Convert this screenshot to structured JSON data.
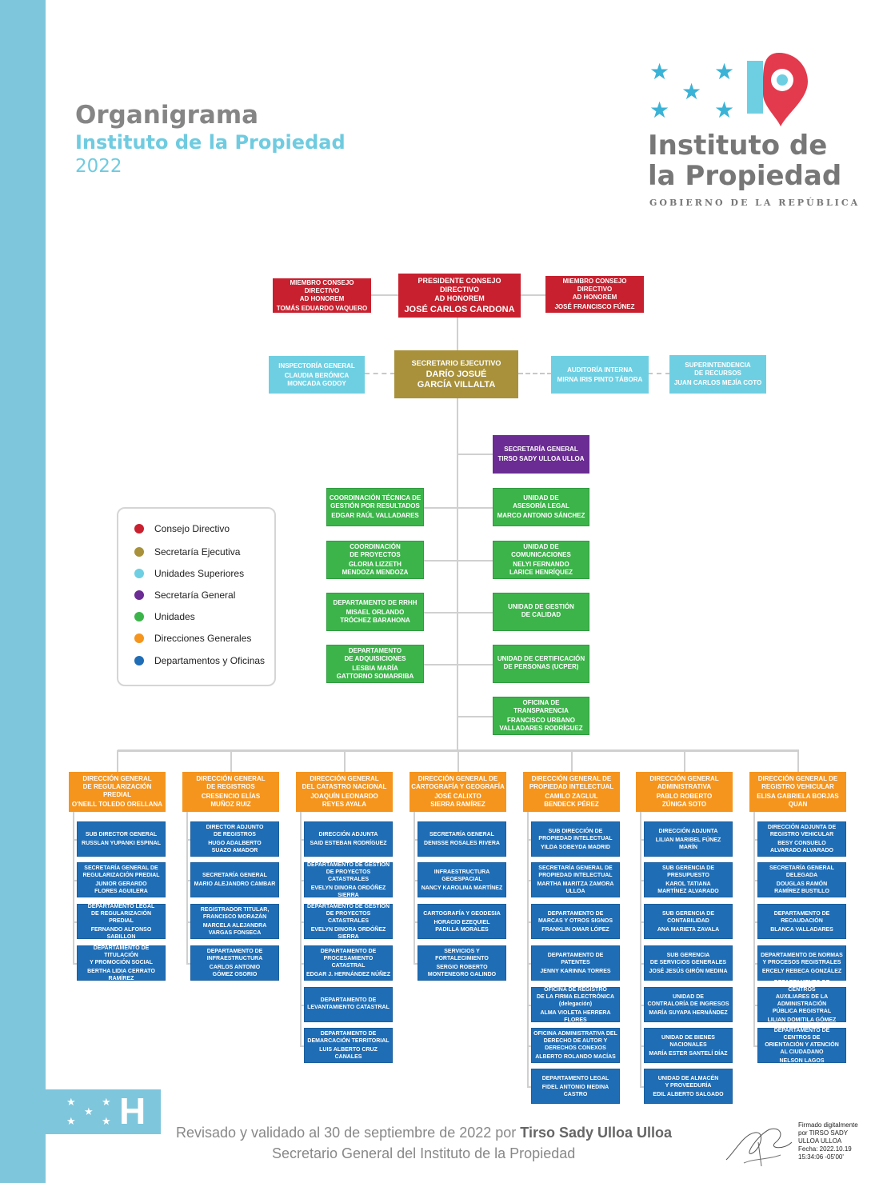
{
  "header": {
    "title": "Organigrama",
    "subtitle": "Instituto de la Propiedad",
    "year": "2022"
  },
  "logo": {
    "line1": "Instituto de",
    "line2": "la Propiedad",
    "sub": "GOBIERNO DE LA REPÚBLICA",
    "letter": "P"
  },
  "colors": {
    "consejo": "#c8202e",
    "secretaria_ejecutiva": "#a8913a",
    "unidades_superiores": "#6fcfe2",
    "secretaria_general": "#6b2c93",
    "unidades": "#3cb44a",
    "direcciones": "#f5951d",
    "departamentos": "#1f6db5"
  },
  "legend": [
    {
      "label": "Consejo Directivo"
    },
    {
      "label": "Secretaría Ejecutiva"
    },
    {
      "label": "Unidades Superiores"
    },
    {
      "label": "Secretaría General"
    },
    {
      "label": "Unidades"
    },
    {
      "label": "Direcciones Generales"
    },
    {
      "label": "Departamentos y Oficinas"
    }
  ],
  "council": {
    "left": {
      "t": "MIEMBRO CONSEJO DIRECTIVO\nAD HONOREM",
      "n": "TOMÁS EDUARDO VAQUERO"
    },
    "president": {
      "t": "PRESIDENTE CONSEJO DIRECTIVO\nAD HONOREM",
      "n": "JOSÉ CARLOS CARDONA"
    },
    "right": {
      "t": "MIEMBRO CONSEJO DIRECTIVO\nAD HONOREM",
      "n": "JOSÉ FRANCISCO FÚNEZ"
    }
  },
  "exec": {
    "secretary": {
      "t": "SECRETARIO EJECUTIVO",
      "n": "DARÍO JOSUÉ\nGARCÍA VILLALTA"
    },
    "inspectoria": {
      "t": "INSPECTORÍA GENERAL",
      "n": "CLAUDIA BERÓNICA\nMONCADA GODOY"
    },
    "auditoria": {
      "t": "AUDITORÍA INTERNA",
      "n": "MIRNA IRIS PINTO TÁBORA"
    },
    "superintendencia": {
      "t": "SUPERINTENDENCIA\nDE RECURSOS",
      "n": "JUAN CARLOS MEJÍA COTO"
    }
  },
  "secretaria_general": {
    "t": "SECRETARÍA GENERAL",
    "n": "TIRSO SADY ULLOA ULLOA"
  },
  "units_left": [
    {
      "t": "COORDINACIÓN TÉCNICA DE\nGESTIÓN POR RESULTADOS",
      "n": "EDGAR RAÚL VALLADARES"
    },
    {
      "t": "COORDINACIÓN\nDE PROYECTOS",
      "n": "GLORIA LIZZETH\nMENDOZA MENDOZA"
    },
    {
      "t": "DEPARTAMENTO DE RRHH",
      "n": "MISAEL ORLANDO\nTRÓCHEZ BARAHONA"
    },
    {
      "t": "DEPARTAMENTO\nDE ADQUISICIONES",
      "n": "LESBIA MARÍA\nGATTORNO SOMARRIBA"
    }
  ],
  "units_right": [
    {
      "t": "UNIDAD DE\nASESORÍA LEGAL",
      "n": "MARCO ANTONIO SÁNCHEZ"
    },
    {
      "t": "UNIDAD DE\nCOMUNICACIONES",
      "n": "NELYI FERNANDO\nLARICE HENRÍQUEZ"
    },
    {
      "t": "UNIDAD DE GESTIÓN\nDE CALIDAD",
      "n": ""
    },
    {
      "t": "UNIDAD DE CERTIFICACIÓN\nDE PERSONAS (UCPER)",
      "n": ""
    },
    {
      "t": "OFICINA DE\nTRANSPARENCIA",
      "n": "FRANCISCO URBANO\nVALLADARES RODRÍGUEZ"
    }
  ],
  "directions": [
    {
      "t": "DIRECCIÓN GENERAL\nDE REGULARIZACIÓN PREDIAL",
      "n": "O'NEILL TOLEDO ORELLANA",
      "depts": [
        {
          "t": "SUB DIRECTOR GENERAL",
          "n": "RUSSLAN YUPANKI ESPINAL"
        },
        {
          "t": "SECRETARÍA GENERAL DE\nREGULARIZACIÓN PREDIAL",
          "n": "JUNIOR GERARDO\nFLORES AGUILERA"
        },
        {
          "t": "DEPARTAMENTO LEGAL\nDE REGULARIZACIÓN PREDIAL",
          "n": "FERNANDO ALFONSO SABILLON"
        },
        {
          "t": "DEPARTAMENTO DE TITULACIÓN\nY PROMOCIÓN SOCIAL",
          "n": "BERTHA LIDIA CERRATO RAMÍREZ"
        }
      ]
    },
    {
      "t": "DIRECCIÓN GENERAL\nDE REGISTROS",
      "n": "CRESENCIO ELÍAS\nMUÑOZ RUIZ",
      "depts": [
        {
          "t": "DIRECTOR ADJUNTO\nDE REGISTROS",
          "n": "HUGO ADALBERTO\nSUAZO AMADOR"
        },
        {
          "t": "SECRETARÍA GENERAL",
          "n": "MARIO ALEJANDRO CAMBAR"
        },
        {
          "t": "REGISTRADOR TITULAR,\nFRANCISCO MORAZÁN",
          "n": "MARCELA ALEJANDRA\nVARGAS FONSECA"
        },
        {
          "t": "DEPARTAMENTO DE\nINFRAESTRUCTURA",
          "n": "CARLOS ANTONIO\nGÓMEZ OSORIO"
        }
      ]
    },
    {
      "t": "DIRECCIÓN GENERAL\nDEL CATASTRO NACIONAL",
      "n": "JOAQUÍN LEONARDO\nREYES AYALA",
      "depts": [
        {
          "t": "DIRECCIÓN ADJUNTA",
          "n": "SAID ESTEBAN RODRÍGUEZ"
        },
        {
          "t": "DEPARTAMENTO DE GESTIÓN\nDE PROYECTOS CATASTRALES",
          "n": "EVELYN DINORA ORDÓÑEZ SIERRA"
        },
        {
          "t": "DEPARTAMENTO DE GESTIÓN\nDE PROYECTOS CATASTRALES",
          "n": "EVELYN DINORA ORDÓÑEZ SIERRA"
        },
        {
          "t": "DEPARTAMENTO DE\nPROCESAMIENTO CATASTRAL",
          "n": "EDGAR J. HERNÁNDEZ NÚÑEZ"
        },
        {
          "t": "DEPARTAMENTO DE\nLEVANTAMIENTO CATASTRAL",
          "n": ""
        },
        {
          "t": "DEPARTAMENTO DE\nDEMARCACIÓN TERRITORIAL",
          "n": "LUIS ALBERTO CRUZ CANALES"
        }
      ]
    },
    {
      "t": "DIRECCIÓN GENERAL DE\nCARTOGRAFÍA Y GEOGRAFÍA",
      "n": "JOSÉ CALIXTO\nSIERRA RAMÍREZ",
      "depts": [
        {
          "t": "SECRETARÍA GENERAL",
          "n": "DENISSE ROSALES RIVERA"
        },
        {
          "t": "INFRAESTRUCTURA\nGEOESPACIAL",
          "n": "NANCY KAROLINA MARTÍNEZ"
        },
        {
          "t": "CARTOGRAFÍA Y GEODESIA",
          "n": "HORACIO EZEQUIEL\nPADILLA MORALES"
        },
        {
          "t": "SERVICIOS Y FORTALECIMIENTO",
          "n": "SERGIO ROBERTO\nMONTENEGRO GALINDO"
        }
      ]
    },
    {
      "t": "DIRECCIÓN GENERAL DE\nPROPIEDAD INTELECTUAL",
      "n": "CAMILO ZAGLUL\nBENDECK PÉREZ",
      "depts": [
        {
          "t": "SUB DIRECCIÓN DE\nPROPIEDAD INTELECTUAL",
          "n": "YILDA SOBEYDA MADRID"
        },
        {
          "t": "SECRETARÍA GENERAL DE\nPROPIEDAD INTELECTUAL",
          "n": "MARTHA MARITZA ZAMORA ULLOA"
        },
        {
          "t": "DEPARTAMENTO DE\nMARCAS Y OTROS SIGNOS",
          "n": "FRANKLIN OMAR LÓPEZ"
        },
        {
          "t": "DEPARTAMENTO DE PATENTES",
          "n": "JENNY KARINNA TORRES"
        },
        {
          "t": "OFICINA DE REGISTRO\nDE LA FIRMA ELECTRÓNICA\n(delegación)",
          "n": "ALMA VIOLETA HERRERA FLORES"
        },
        {
          "t": "OFICINA ADMINISTRATIVA DEL\nDERECHO DE AUTOR Y\nDERECHOS CONEXOS",
          "n": "ALBERTO ROLANDO MACÍAS"
        },
        {
          "t": "DEPARTAMENTO LEGAL",
          "n": "FIDEL ANTONIO MEDINA CASTRO"
        }
      ]
    },
    {
      "t": "DIRECCIÓN GENERAL\nADMINISTRATIVA",
      "n": "PABLO ROBERTO\nZÚNIGA SOTO",
      "depts": [
        {
          "t": "DIRECCIÓN ADJUNTA",
          "n": "LILIAN MARIBEL FÚNEZ MARÍN"
        },
        {
          "t": "SUB GERENCIA DE PRESUPUESTO",
          "n": "KAROL TATIANA\nMARTÍNEZ ALVARADO"
        },
        {
          "t": "SUB GERENCIA DE CONTABILIDAD",
          "n": "ANA MARIETA ZAVALA"
        },
        {
          "t": "SUB GERENCIA\nDE SERVICIOS GENERALES",
          "n": "JOSÉ JESÚS GIRÓN MEDINA"
        },
        {
          "t": "UNIDAD DE\nCONTRALORÍA DE INGRESOS",
          "n": "MARÍA SUYAPA HERNÁNDEZ"
        },
        {
          "t": "UNIDAD DE BIENES NACIONALES",
          "n": "MARÍA ESTER SANTELÍ DÍAZ"
        },
        {
          "t": "UNIDAD DE ALMACÉN\nY PROVEEDURÍA",
          "n": "EDIL ALBERTO SALGADO"
        }
      ]
    },
    {
      "t": "DIRECCIÓN GENERAL DE\nREGISTRO VEHICULAR",
      "n": "ELISA GABRIELA BORJAS QUAN",
      "depts": [
        {
          "t": "DIRECCIÓN ADJUNTA DE\nREGISTRO VEHICULAR",
          "n": "BESY CONSUELO\nALVARADO ALVARADO"
        },
        {
          "t": "SECRETARÍA GENERAL\nDELEGADA",
          "n": "DOUGLAS RAMÓN\nRAMÍREZ BUSTILLO"
        },
        {
          "t": "DEPARTAMENTO DE\nRECAUDACIÓN",
          "n": "BLANCA VALLADARES"
        },
        {
          "t": "DEPARTAMENTO DE NORMAS\nY PROCESOS REGISTRALES",
          "n": "ERCELY REBECA GONZÁLEZ"
        },
        {
          "t": "DEPARTAMENTO DE CENTROS\nAUXILIARES DE LA ADMINISTRACIÓN\nPÚBLICA REGISTRAL",
          "n": "LILIAN DOMITILA GÓMEZ OSORTO"
        },
        {
          "t": "DEPARTAMENTO DE CENTROS DE\nORIENTACIÓN Y ATENCIÓN\nAL CIUDADANO",
          "n": "NELSON LAGOS"
        }
      ]
    }
  ],
  "footer": {
    "line1_prefix": "Revisado y validado al 30 de septiembre de 2022 por ",
    "line1_name": "Tirso Sady Ulloa Ulloa",
    "line2": "Secretario General del Instituto de la Propiedad",
    "signature": "Firmado digitalmente\npor TIRSO SADY\nULLOA ULLOA\nFecha: 2022.10.19\n15:34:06 -05'00'",
    "h_letter": "H"
  }
}
